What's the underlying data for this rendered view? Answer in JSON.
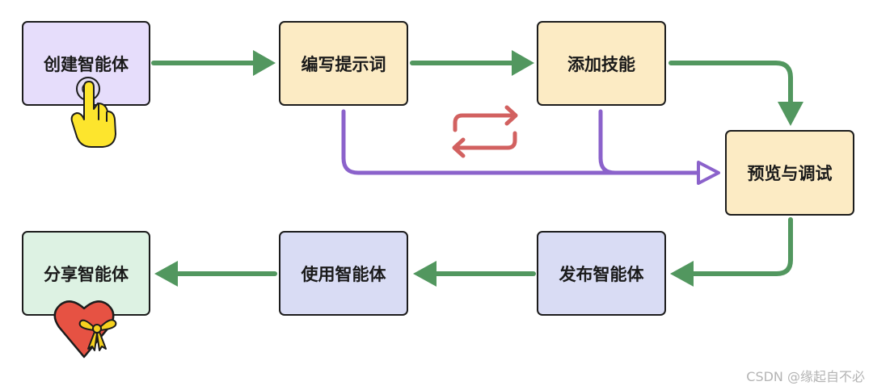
{
  "nodes": {
    "create": {
      "label": "创建智能体"
    },
    "prompt": {
      "label": "编写提示词"
    },
    "skills": {
      "label": "添加技能"
    },
    "preview": {
      "label": "预览与调试"
    },
    "publish": {
      "label": "发布智能体"
    },
    "use": {
      "label": "使用智能体"
    },
    "share": {
      "label": "分享智能体"
    }
  },
  "icons": {
    "create": "pointing-hand-icon",
    "loop": "repeat-loop-icon",
    "share": "gift-heart-icon"
  },
  "colors": {
    "create_fill": "#e6ddfb",
    "step_fill": "#fcebc4",
    "publish_fill": "#d9dcf4",
    "share_fill": "#ddf2e3",
    "border": "#1c1c1c",
    "flow_arrow": "#52975f",
    "shortcut_arrow": "#8b62cb",
    "loop_arrow": "#d26160"
  },
  "watermark": "CSDN @缘起自不必"
}
